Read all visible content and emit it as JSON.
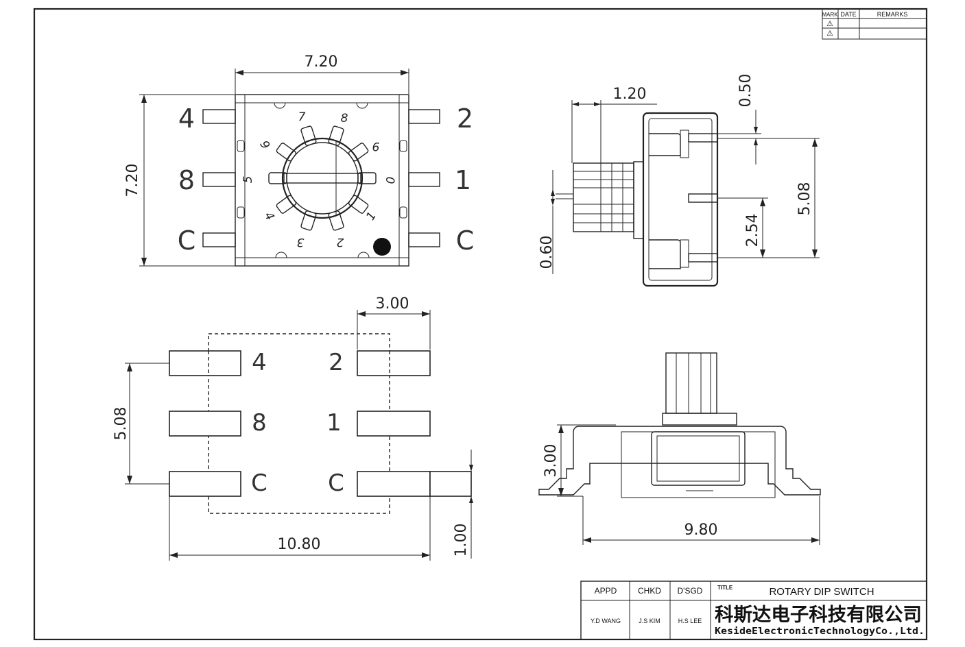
{
  "revision_table": {
    "headers": [
      "MARK",
      "DATE",
      "REMARKS"
    ],
    "marks": [
      "⚠",
      "⚠"
    ]
  },
  "top_view": {
    "width_dim": "7.20",
    "height_dim": "7.20",
    "pins_left": [
      "4",
      "8",
      "C"
    ],
    "pins_right": [
      "2",
      "1",
      "C"
    ],
    "dial_numbers": [
      "7",
      "8",
      "9",
      "0",
      "1",
      "2",
      "3",
      "4",
      "5",
      "6"
    ]
  },
  "side_view": {
    "dim_shaft": "1.20",
    "dim_pin_thickness": "0.50",
    "dim_pin_span": "5.08",
    "dim_pin_pitch": "2.54",
    "dim_shaft_offset": "0.60"
  },
  "pad_layout": {
    "dim_pad_length": "3.00",
    "dim_pitch": "5.08",
    "dim_total": "10.80",
    "dim_pad_width": "1.00",
    "labels_left": [
      "4",
      "8",
      "C"
    ],
    "labels_right": [
      "2",
      "1",
      "C"
    ]
  },
  "front_view": {
    "dim_height": "3.00",
    "dim_width": "9.80"
  },
  "title_block": {
    "headers": [
      "APPD",
      "CHKD",
      "D'SGD"
    ],
    "names": [
      "Y.D WANG",
      "J.S KIM",
      "H.S LEE"
    ],
    "title_label": "TITLE",
    "title": "ROTARY DIP SWITCH",
    "company_cn": "科斯达电子科技有限公司",
    "company_en": "KesideElectronicTechnologyCo.,Ltd."
  }
}
